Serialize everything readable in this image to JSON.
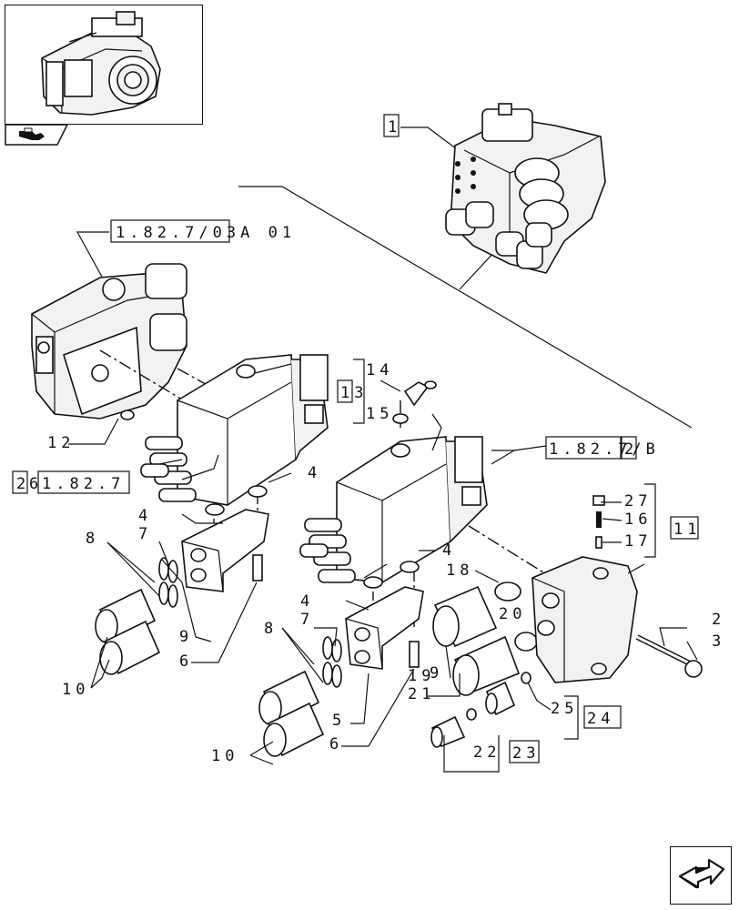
{
  "callouts": {
    "ref_1": "1",
    "ref_upper": "1.82.7/03A 01",
    "ref_mid_right": "1.82.7/B",
    "ref_mid_right_box": "2",
    "ref_left_box": "2",
    "ref_left_after": "6",
    "ref_left": "1.82.7",
    "ref_11": "11",
    "ref_13": "13",
    "ref_14": "14",
    "ref_15": "15",
    "ref_12": "12",
    "ref_4a": "4",
    "ref_4b": "4",
    "ref_4c": "4",
    "ref_4d": "4",
    "ref_7a": "7",
    "ref_7b": "7",
    "ref_8a": "8",
    "ref_8b": "8",
    "ref_9a": "9",
    "ref_9b": "9",
    "ref_10a": "10",
    "ref_10b": "10",
    "ref_6a": "6",
    "ref_6b": "6",
    "ref_5": "5",
    "ref_18": "18",
    "ref_20": "20",
    "ref_19": "19",
    "ref_21": "21",
    "ref_27": "27",
    "ref_16": "16",
    "ref_17": "17",
    "ref_2": "2",
    "ref_3": "3",
    "ref_25": "25",
    "ref_24": "24",
    "ref_22": "22",
    "ref_23": "23"
  },
  "icons": {
    "thumbnail": "tractor-rear-housing-thumbnail",
    "nav_left": "folder-arrow-icon",
    "nav_right": "next-page-arrow-icon"
  }
}
